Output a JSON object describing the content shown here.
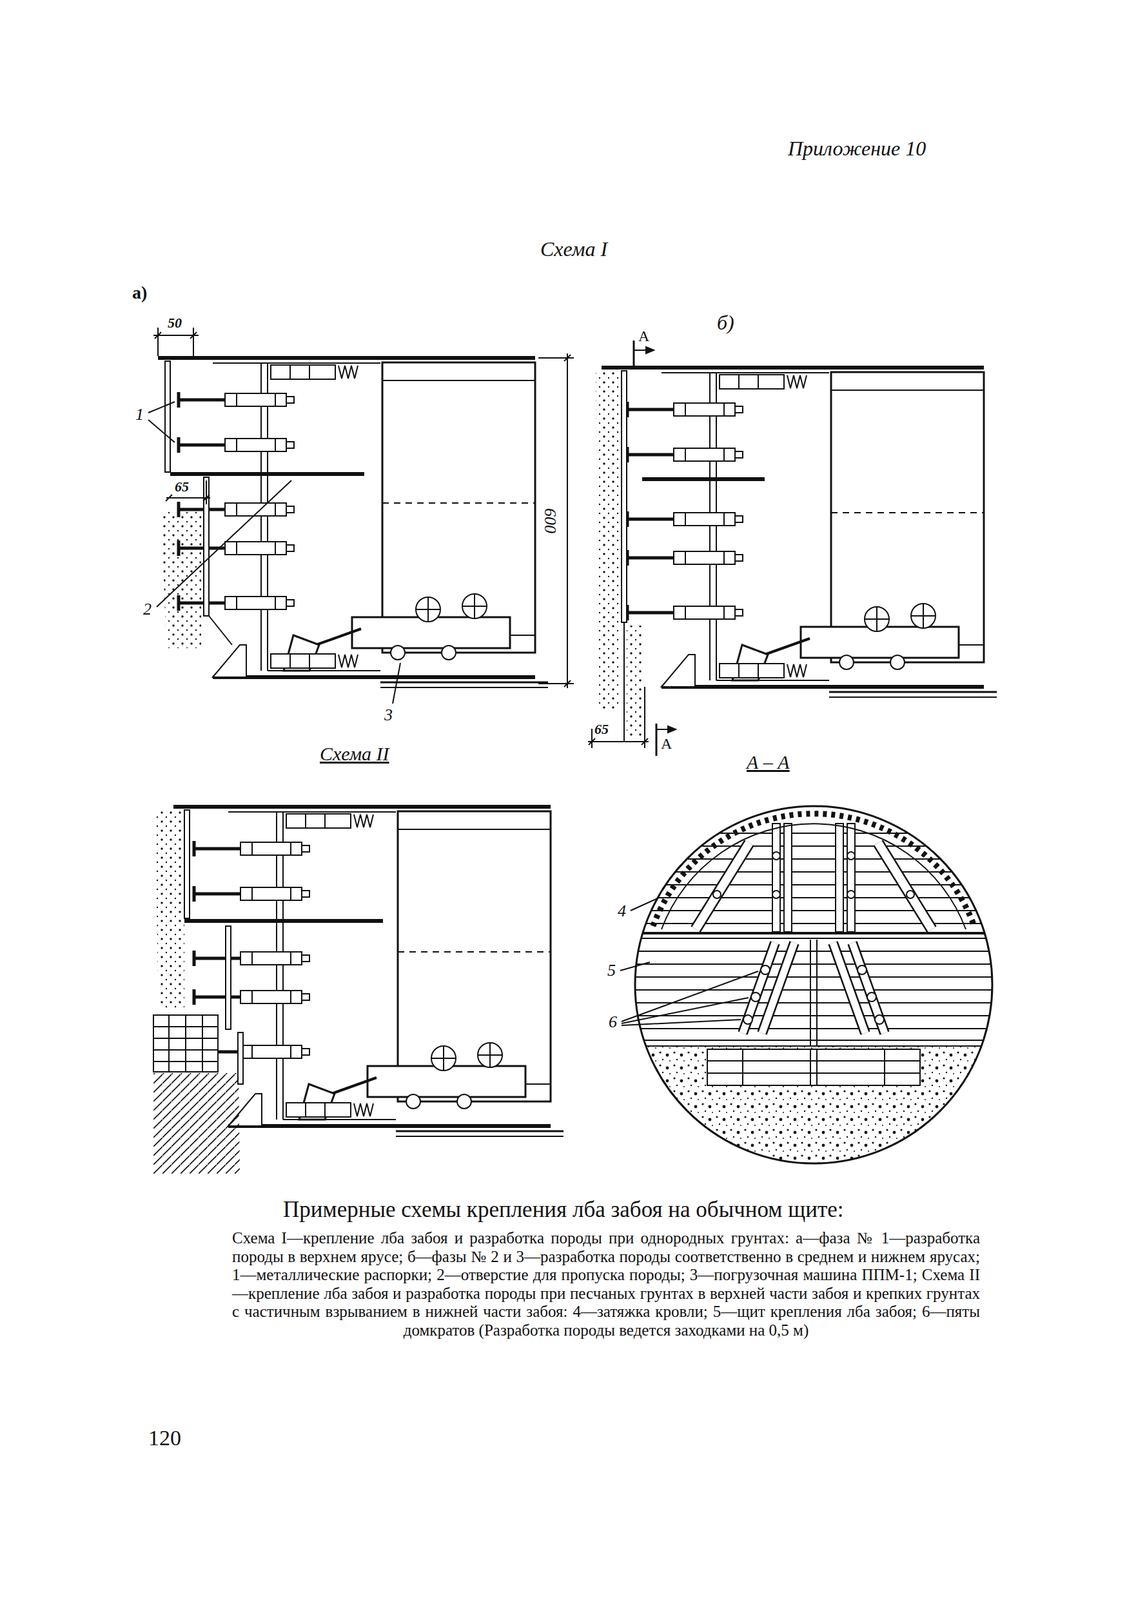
{
  "diagram": {
    "title": "Примерные схемы крепления лба забоя на обычном щите:",
    "caption": "Схема I—крепление лба забоя и разработка породы при однородных грунтах: а—фаза № 1—разработка породы в верхнем ярусе; б—фазы № 2 и 3—разработка породы соответственно в среднем и нижнем ярусах; 1—металлические распорки; 2—отверстие для пропуска породы; 3—погрузочная машина ППМ-1; Схема II—крепление лба забоя и разработка породы при песчаных грунтах в верхней части забоя и крепких грунтах с частичным взрыванием в нижней части забоя: 4—затяжка кровли; 5—щит крепления лба забоя; 6—пяты домкратов (Разработка породы ведется заходками на 0,5 м)",
    "labels": [
      "Приложение 10",
      "Схема I",
      "а)",
      "50",
      "1",
      "65",
      "600",
      "2",
      "3",
      "б)",
      "А",
      "65",
      "А",
      "Схема II",
      "А – А",
      "4",
      "5",
      "6",
      "120"
    ]
  }
}
